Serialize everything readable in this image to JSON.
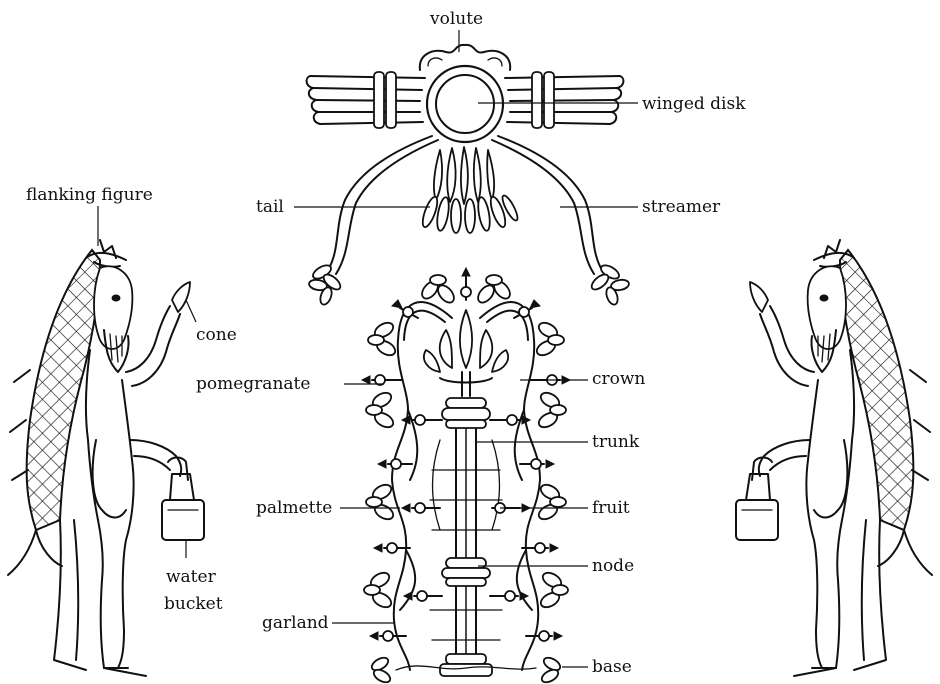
{
  "labels": {
    "volute": "volute",
    "winged_disk": "winged disk",
    "tail": "tail",
    "streamer": "streamer",
    "flanking_figure": "flanking figure",
    "cone": "cone",
    "pomegranate": "pomegranate",
    "crown": "crown",
    "trunk": "trunk",
    "palmette": "palmette",
    "fruit": "fruit",
    "water": "water",
    "bucket": "bucket",
    "node": "node",
    "garland": "garland",
    "base": "base"
  }
}
